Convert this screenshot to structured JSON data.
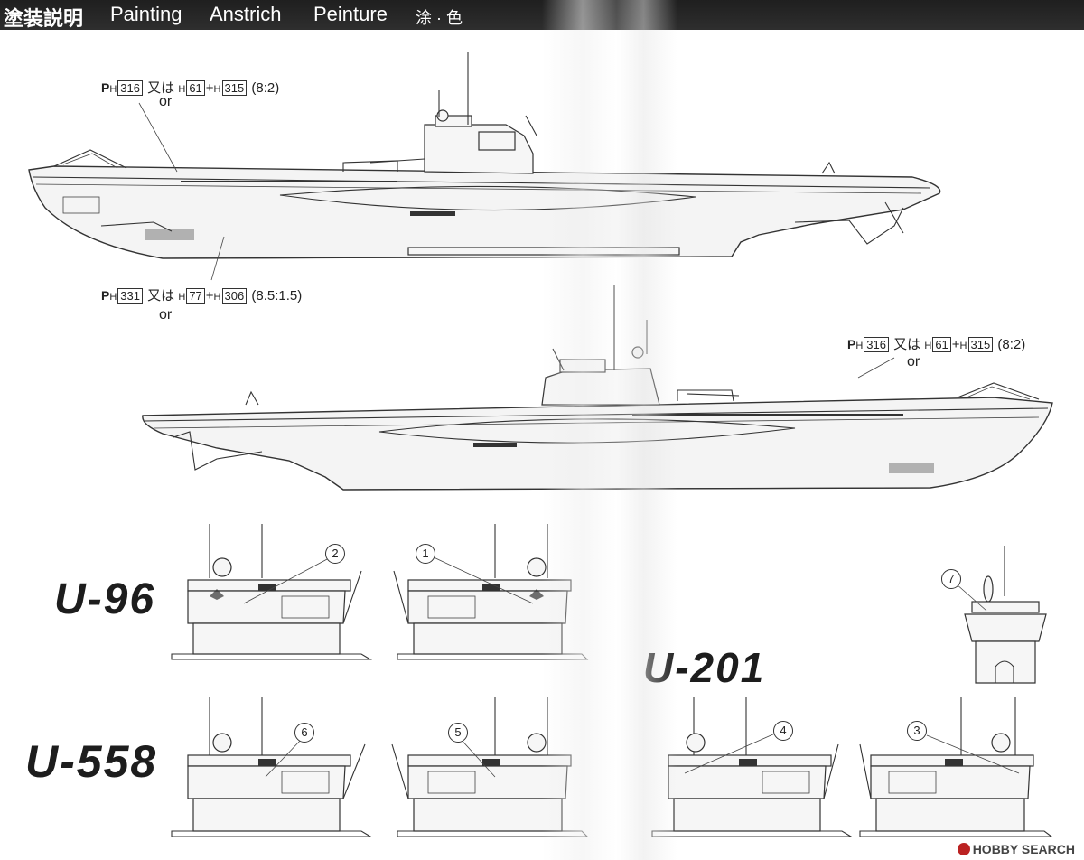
{
  "header": {
    "title_ja": "塗装説明",
    "title_en": "Painting",
    "title_de": "Anstrich",
    "title_fr": "Peinture",
    "title_zh": "涂 · 色"
  },
  "callouts": {
    "upper_top": {
      "p": "P",
      "h": "H",
      "code1": "316",
      "mid": "又は",
      "h2": "H",
      "code2": "61",
      "plus": "+",
      "h3": "H",
      "code3": "315",
      "ratio": "(8:2)",
      "or": "or"
    },
    "upper_bottom": {
      "p": "P",
      "h": "H",
      "code1": "331",
      "mid": "又は",
      "h2": "H",
      "code2": "77",
      "plus": "+",
      "h3": "H",
      "code3": "306",
      "ratio": "(8.5:1.5)",
      "or": "or"
    },
    "lower_top": {
      "p": "P",
      "h": "H",
      "code1": "316",
      "mid": "又は",
      "h2": "H",
      "code2": "61",
      "plus": "+",
      "h3": "H",
      "code3": "315",
      "ratio": "(8:2)",
      "or": "or"
    }
  },
  "units": {
    "u96": "U-96",
    "u201": "U-201",
    "u558": "U-558"
  },
  "markers": [
    "1",
    "2",
    "3",
    "4",
    "5",
    "6",
    "7"
  ],
  "watermark": "HOBBY SEARCH"
}
